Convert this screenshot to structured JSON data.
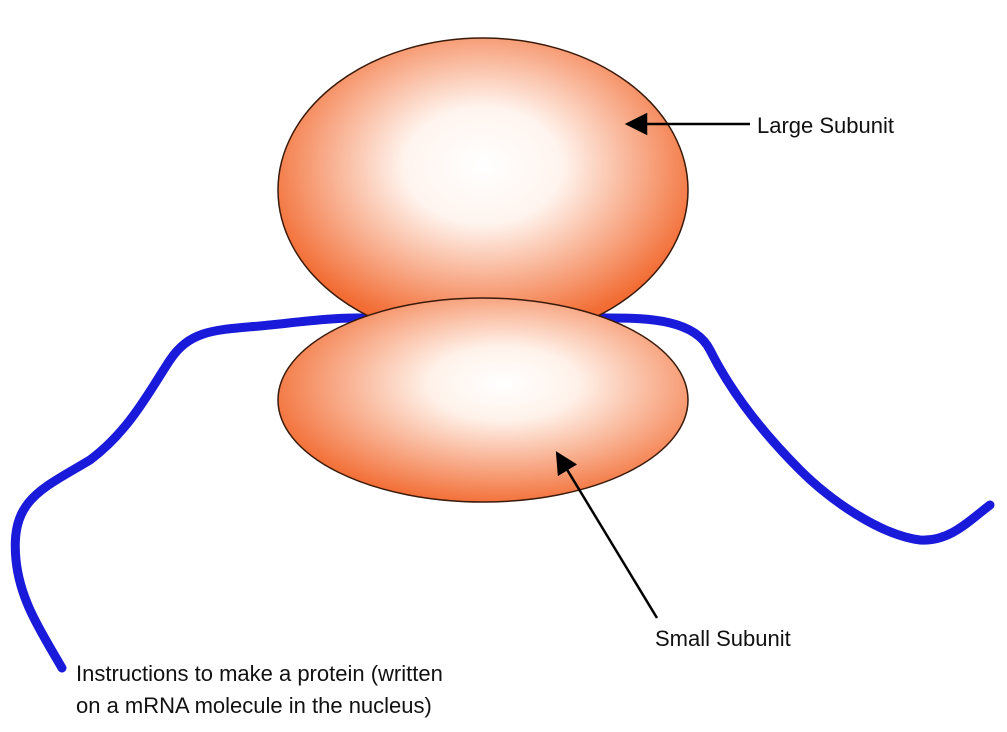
{
  "labels": {
    "large_subunit": "Large Subunit",
    "small_subunit": "Small Subunit",
    "mrna_line1": "Instructions to make a protein (written",
    "mrna_line2": "on a mRNA molecule in the nucleus)"
  },
  "colors": {
    "subunit_fill_edge": "#f26c33",
    "subunit_fill_center": "#ffffff",
    "subunit_stroke": "#3a1a0a",
    "mrna_strand": "#1a1adb",
    "label_text": "#111111",
    "arrow": "#000000"
  }
}
